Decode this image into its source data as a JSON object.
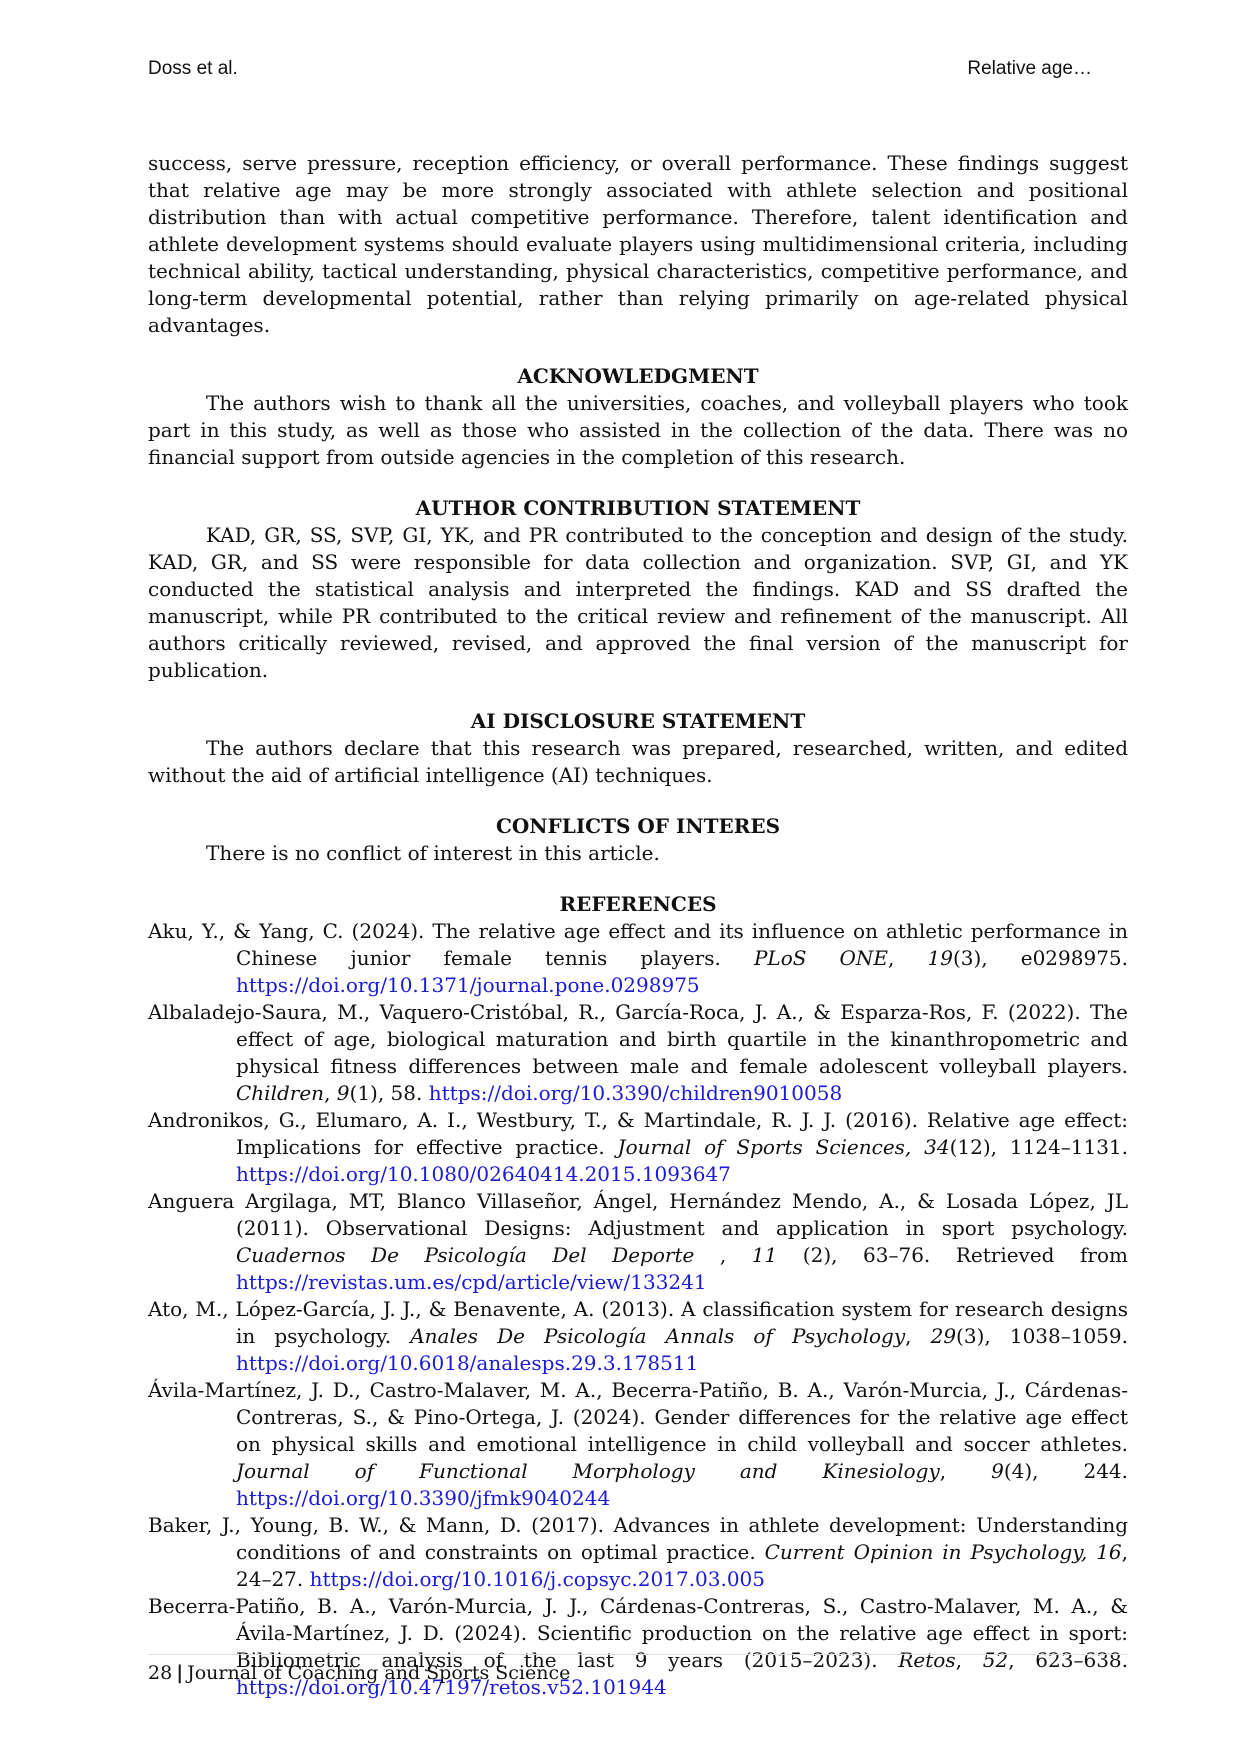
{
  "header": {
    "left": "Doss et al.",
    "right": "Relative age…"
  },
  "intro_paragraph": "success, serve pressure, reception efficiency, or overall performance. These findings suggest that relative age may be more strongly associated with athlete selection and positional distribution than with actual competitive performance. Therefore, talent identification and athlete development systems should evaluate players using multidimensional criteria, including technical ability, tactical understanding, physical characteristics, competitive performance, and long-term developmental potential, rather than relying primarily on age-related physical advantages.",
  "sections": {
    "acknowledgment": {
      "title": "ACKNOWLEDGMENT",
      "body": "The authors wish to thank all the universities, coaches, and volleyball players who took part in this study, as well as those who assisted in the collection of the data. There was no financial support from outside agencies in the completion of this research."
    },
    "author_contribution": {
      "title": "AUTHOR CONTRIBUTION STATEMENT",
      "body": "KAD, GR, SS, SVP, GI, YK, and PR contributed to the conception and design of the study. KAD, GR, and SS were responsible for data collection and organization. SVP, GI, and YK conducted the statistical analysis and interpreted the findings. KAD and SS drafted the manuscript, while PR contributed to the critical review and refinement of the manuscript. All authors critically reviewed, revised, and approved the final version of the manuscript for publication."
    },
    "ai_disclosure": {
      "title": "AI DISCLOSURE STATEMENT",
      "body": "The authors declare that this research was prepared, researched, written, and edited without the aid of artificial intelligence (AI) techniques."
    },
    "conflicts": {
      "title": "CONFLICTS OF INTERES",
      "body": "There is no conflict of interest in this article."
    },
    "references_title": "REFERENCES"
  },
  "references": [
    {
      "before": "Aku, Y., & Yang, C. (2024). The relative age effect and its influence on athletic performance in Chinese junior female tennis players. ",
      "journal": "PLoS ONE",
      "mid": ", ",
      "volume": "19",
      "after": "(3), e0298975. ",
      "doi": "https://doi.org/10.1371/journal.pone.0298975"
    },
    {
      "before": "Albaladejo-Saura, M., Vaquero-Cristóbal, R., García-Roca, J. A., & Esparza-Ros, F. (2022). The effect of age, biological maturation and birth quartile in the kinanthropometric and physical fitness differences between male and female adolescent volleyball players. ",
      "journal": "Children",
      "mid": ", ",
      "volume": "9",
      "after": "(1), 58. ",
      "doi": "https://doi.org/10.3390/children9010058"
    },
    {
      "before": "Andronikos, G., Elumaro, A. I., Westbury, T., & Martindale, R. J. J. (2016). Relative age effect: Implications for effective practice. ",
      "journal": "Journal of Sports Sciences,",
      "mid": " ",
      "volume": "34",
      "after": "(12), 1124–1131. ",
      "doi": "https://doi.org/10.1080/02640414.2015.1093647"
    },
    {
      "before": "Anguera Argilaga, MT, Blanco Villaseñor, Ángel, Hernández Mendo, A., & Losada López, JL (2011). Observational Designs: Adjustment and application in sport psychology. ",
      "journal": "Cuadernos De Psicología Del Deporte",
      "mid": " , ",
      "volume": "11",
      "after": " (2), 63–76. Retrieved from ",
      "doi": "https://revistas.um.es/cpd/article/view/133241"
    },
    {
      "before": "Ato, M., López-García, J. J., & Benavente, A. (2013). A classification system for research designs in psychology. ",
      "journal": "Anales De Psicología Annals of Psychology",
      "mid": ", ",
      "volume": "29",
      "after": "(3), 1038–1059. ",
      "doi": "https://doi.org/10.6018/analesps.29.3.178511"
    },
    {
      "before": "Ávila-Martínez, J. D., Castro-Malaver, M. A., Becerra-Patiño, B. A., Varón-Murcia, J., Cárdenas-Contreras, S., & Pino-Ortega, J. (2024). Gender differences for the relative age effect on physical skills and emotional intelligence in child volleyball and soccer athletes. ",
      "journal": "Journal of Functional Morphology and Kinesiology",
      "mid": ", ",
      "volume": "9",
      "after": "(4), 244. ",
      "doi": "https://doi.org/10.3390/jfmk9040244"
    },
    {
      "before": "Baker, J., Young, B. W., & Mann, D. (2017). Advances in athlete development: Understanding conditions of and constraints on optimal practice. ",
      "journal": "Current Opinion in Psychology, 16",
      "mid": "",
      "volume": "",
      "after": ", 24–27. ",
      "doi": "https://doi.org/10.1016/j.copsyc.2017.03.005"
    },
    {
      "before": "Becerra-Patiño, B. A., Varón-Murcia, J. J., Cárdenas-Contreras, S., Castro-Malaver, M. A., & Ávila-Martínez, J. D. (2024). Scientific production on the relative age effect in sport: Bibliometric analysis of the last 9 years (2015–2023). ",
      "journal": "Retos",
      "mid": ", ",
      "volume": "52",
      "after": ", 623–638. ",
      "doi": "https://doi.org/10.47197/retos.v52.101944"
    }
  ],
  "footer": {
    "page": "28",
    "separator": "|",
    "journal": "Journal of Coaching and Sports Science"
  }
}
